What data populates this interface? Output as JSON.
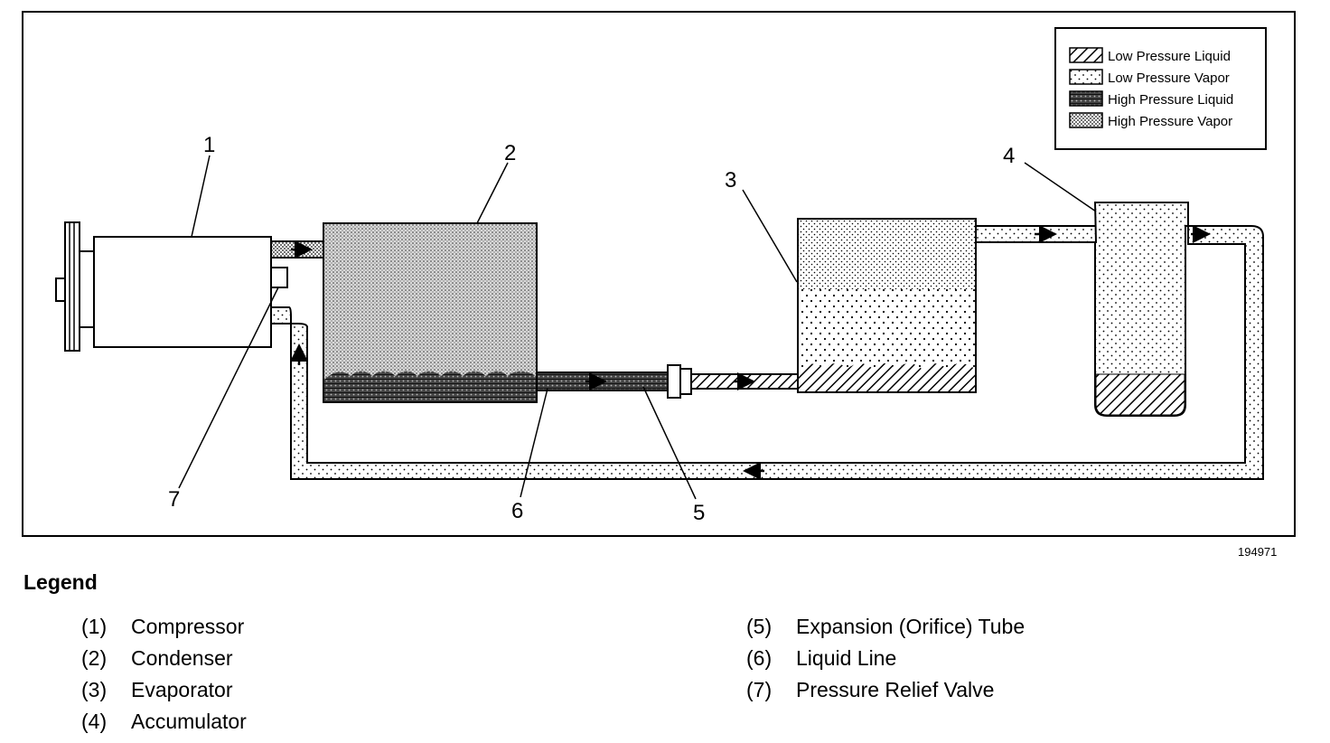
{
  "callouts": [
    "1",
    "2",
    "3",
    "4",
    "5",
    "6",
    "7"
  ],
  "pressure_key": [
    {
      "label": "Low Pressure Liquid",
      "fill": "hatch"
    },
    {
      "label": "Low Pressure Vapor",
      "fill": "light-dots"
    },
    {
      "label": "High Pressure Liquid",
      "fill": "dark-mesh"
    },
    {
      "label": "High Pressure Vapor",
      "fill": "dense-dots"
    }
  ],
  "figure_id": "194971",
  "legend": {
    "heading": "Legend",
    "items": [
      {
        "num": "(1)",
        "label": "Compressor"
      },
      {
        "num": "(2)",
        "label": "Condenser"
      },
      {
        "num": "(3)",
        "label": "Evaporator"
      },
      {
        "num": "(4)",
        "label": "Accumulator"
      },
      {
        "num": "(5)",
        "label": "Expansion (Orifice) Tube"
      },
      {
        "num": "(6)",
        "label": "Liquid Line"
      },
      {
        "num": "(7)",
        "label": "Pressure Relief Valve"
      }
    ]
  },
  "colors": {
    "line": "#000000",
    "background": "#ffffff"
  }
}
